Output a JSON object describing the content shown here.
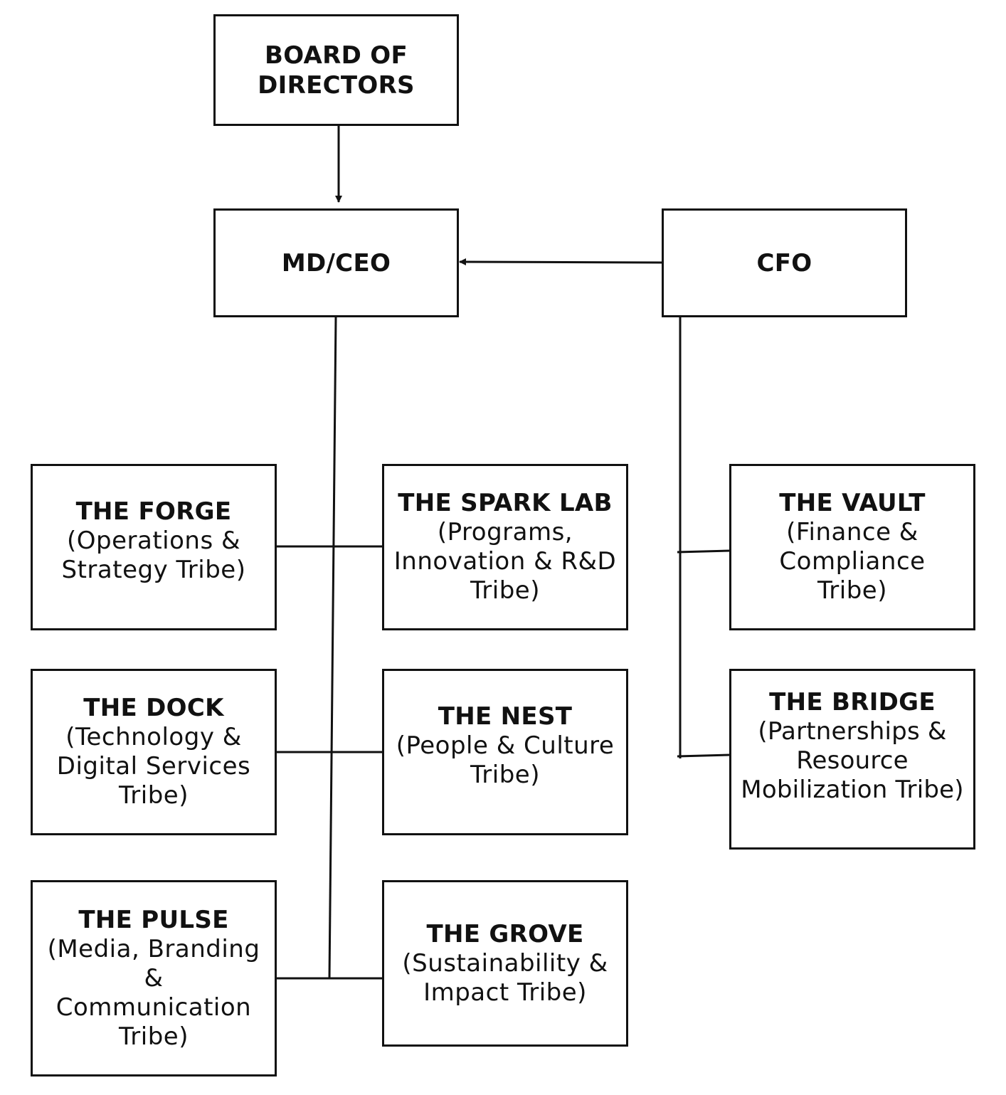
{
  "chart": {
    "board": {
      "title_line1": "BOARD OF",
      "title_line2": "DIRECTORS"
    },
    "ceo": {
      "title": "MD/CEO"
    },
    "cfo": {
      "title": "CFO"
    },
    "forge": {
      "title": "THE FORGE",
      "sub1": "(Operations &",
      "sub2": "Strategy Tribe)"
    },
    "spark": {
      "title": "THE SPARK LAB",
      "sub1": "(Programs,",
      "sub2": "Innovation & R&D",
      "sub3": "Tribe)"
    },
    "vault": {
      "title": "THE VAULT",
      "sub1": "(Finance &",
      "sub2": "Compliance",
      "sub3": "Tribe)"
    },
    "dock": {
      "title": "THE DOCK",
      "sub1": "(Technology &",
      "sub2": "Digital Services",
      "sub3": "Tribe)"
    },
    "nest": {
      "title": "THE NEST",
      "sub1": "(People & Culture",
      "sub2": "Tribe)"
    },
    "bridge": {
      "title": "THE BRIDGE",
      "sub1": "(Partnerships &",
      "sub2": "Resource",
      "sub3": "Mobilization Tribe)"
    },
    "pulse": {
      "title": "THE PULSE",
      "sub1": "(Media, Branding",
      "sub2": "&",
      "sub3": "Communication",
      "sub4": "Tribe)"
    },
    "grove": {
      "title": "THE GROVE",
      "sub1": "(Sustainability &",
      "sub2": "Impact Tribe)"
    }
  }
}
